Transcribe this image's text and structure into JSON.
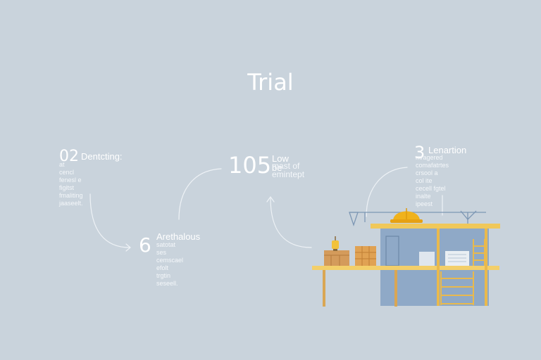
{
  "title": "Trial",
  "steps": [
    {
      "number": "02",
      "heading": "Dentcting:",
      "description": "at\ncencl fenesl e figitst\nfmaliting jaaseelt."
    },
    {
      "number": "6",
      "heading": "Arethalous",
      "description": "satotat ses\ncemscael efolt\ntrgtin seseell."
    },
    {
      "number": "105",
      "heading": "Low be",
      "description": "mast of\nemintept"
    },
    {
      "number": "3",
      "heading": "Lenartion",
      "description": "mragered\ncomafatrtes crsool a\ncol ite cecell fgtel\ninalte ipeest"
    }
  ],
  "colors": {
    "background": "#c9d3dc",
    "arrow": "#eef2f6",
    "building": "#8fa9c7",
    "scaffold": "#e9b94d",
    "helmet": "#f0b21c"
  }
}
